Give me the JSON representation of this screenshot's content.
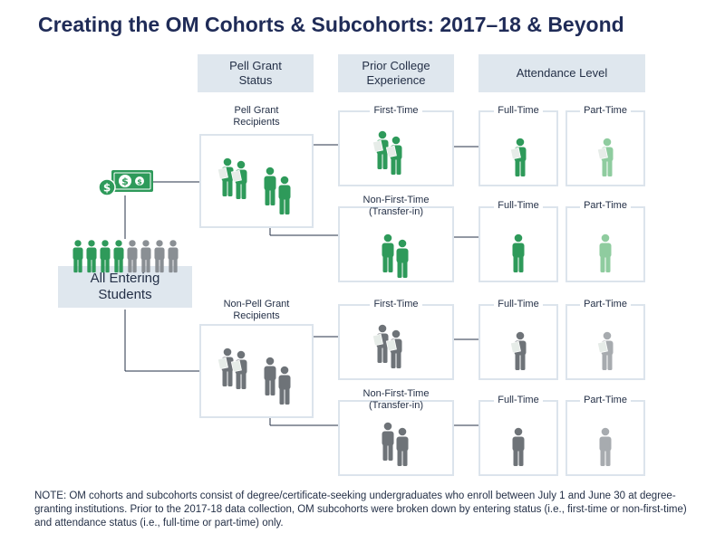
{
  "title": "Creating the OM Cohorts & Subcohorts: 2017–18 & Beyond",
  "headers": {
    "pell": [
      "Pell Grant",
      "Status"
    ],
    "prior": [
      "Prior College",
      "Experience"
    ],
    "attendance": "Attendance Level"
  },
  "all_students": [
    "All Entering",
    "Students"
  ],
  "pell_label": [
    "Pell Grant",
    "Recipients"
  ],
  "nonpell_label": [
    "Non-Pell Grant",
    "Recipients"
  ],
  "first_time": "First-Time",
  "non_first_time": [
    "Non-First-Time",
    "(Transfer-in)"
  ],
  "full_time": "Full-Time",
  "part_time": "Part-Time",
  "note": "NOTE: OM cohorts and subcohorts consist of degree/certificate-seeking undergraduates who enroll between July 1 and June 30 at degree-granting institutions. Prior to the 2017-18 data collection, OM subcohorts were broken down by entering status (i.e., first-time or non-first-time) and attendance status (i.e., full-time or part-time) only.",
  "colors": {
    "green": "#2e9a5a",
    "light_green": "#8fcc9f",
    "gray": "#6e7378",
    "light_gray": "#a7abaf",
    "navy": "#1f2b57",
    "header_bg": "#dfe7ee",
    "box_border": "#dce4ec"
  },
  "icons": [
    "money-icon",
    "crowd-icon",
    "person-icon",
    "person-with-document-icon"
  ]
}
